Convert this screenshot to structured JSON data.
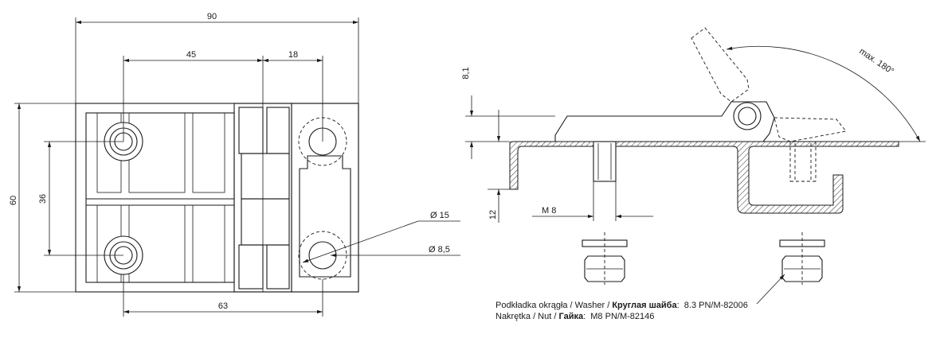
{
  "dimensions": {
    "overall_width": "90",
    "hole_spacing_horizontal": "45",
    "knuckle_to_hole": "18",
    "overall_height": "60",
    "hole_spacing_vertical": "36",
    "bottom_hole_spacing": "63",
    "outer_diameter": "Ø 15",
    "hole_diameter": "Ø 8,5",
    "offset_height": "8,1",
    "thread_depth": "12",
    "thread": "M 8",
    "rotation": "max. 180°"
  },
  "notes": {
    "washer_pl": "Podkładka okrągła / Washer / ",
    "washer_ru": "Круглая шайба",
    "washer_colon": ":",
    "washer_spec": "8.3 PN/M-82006",
    "nut_pl": "Nakrętka / Nut / ",
    "nut_ru": "Гайка",
    "nut_colon": ":",
    "nut_spec": "M8 PN/M-82146"
  }
}
